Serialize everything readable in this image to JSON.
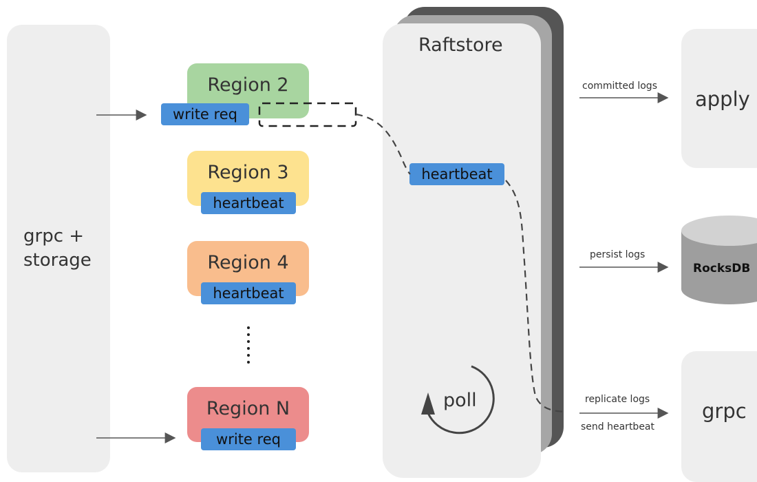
{
  "grpc_storage": {
    "line1": "grpc +",
    "line2": "storage"
  },
  "regions": [
    {
      "name": "Region 2",
      "tag": "write req",
      "color": "#a8d5a0"
    },
    {
      "name": "Region 3",
      "tag": "heartbeat",
      "color": "#fde28f"
    },
    {
      "name": "Region 4",
      "tag": "heartbeat",
      "color": "#f9bd8d"
    },
    {
      "name": "Region N",
      "tag": "write req",
      "color": "#ec8c8c"
    }
  ],
  "raftstore": {
    "title": "Raftstore",
    "message": "heartbeat",
    "poll_label": "poll"
  },
  "targets": {
    "apply": "apply",
    "rocksdb": "RocksDB",
    "grpc": "grpc"
  },
  "edges": {
    "committed_logs": "committed logs",
    "persist_logs": "persist logs",
    "replicate_logs": "replicate logs",
    "send_heartbeat": "send heartbeat"
  },
  "colors": {
    "panel": "#eeeeee",
    "tag": "#4a90d9",
    "stack_dark": "#555555",
    "stack_mid": "#a6a6a6",
    "cylinder": "#9e9e9e"
  }
}
